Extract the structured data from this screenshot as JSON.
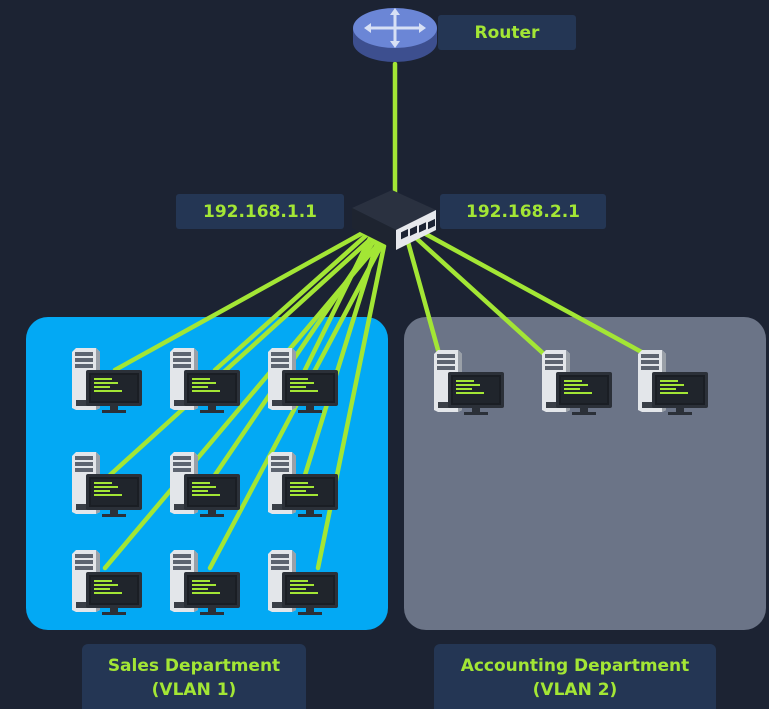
{
  "router": {
    "label": "Router"
  },
  "switch": {
    "left_ip": "192.168.1.1",
    "right_ip": "192.168.2.1"
  },
  "vlans": [
    {
      "name": "Sales Department",
      "tag": "(VLAN 1)",
      "color": "#03a9f4"
    },
    {
      "name": "Accounting Department",
      "tag": "(VLAN 2)",
      "color": "#6b7487"
    }
  ],
  "colors": {
    "background": "#1c2333",
    "link": "#a3e635",
    "label_bg": "#243654"
  }
}
